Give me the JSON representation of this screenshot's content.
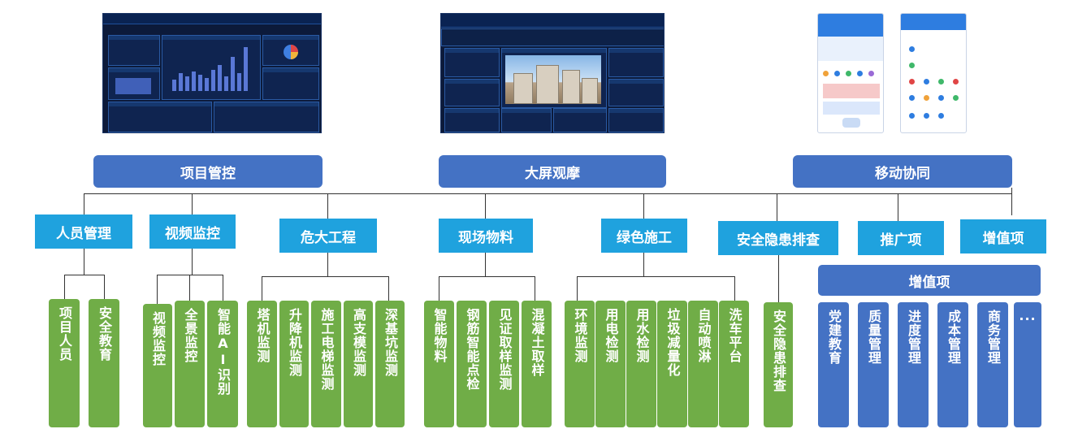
{
  "top_headers": [
    "项目管控",
    "大屏观摩",
    "移动协同"
  ],
  "categories": [
    "人员管理",
    "视频监控",
    "危大工程",
    "现场物料",
    "绿色施工",
    "安全隐患排查",
    "推广项",
    "增值项"
  ],
  "leaves": {
    "personnel": [
      "项目人员",
      "安全教育"
    ],
    "video": [
      "视频监控",
      "全景监控",
      "智能AI识别"
    ],
    "dangerous": [
      "塔机监测",
      "升降机监测",
      "施工电梯监测",
      "高支模监测",
      "深基坑监测"
    ],
    "materials": [
      "智能物料",
      "钢筋智能点检",
      "见证取样监测",
      "混凝土取样"
    ],
    "green": [
      "环境监测",
      "用电检测",
      "用水检测",
      "垃圾减量化",
      "自动喷淋",
      "洗车平台"
    ],
    "hazard": [
      "安全隐患排查"
    ]
  },
  "value_added": {
    "title": "增值项",
    "items": [
      "党建教育",
      "质量管理",
      "进度管理",
      "成本管理",
      "商务管理",
      "..."
    ]
  },
  "colors": {
    "header": "#4472c4",
    "category": "#1fa2de",
    "leaf": "#70ad47",
    "line": "#333333"
  }
}
